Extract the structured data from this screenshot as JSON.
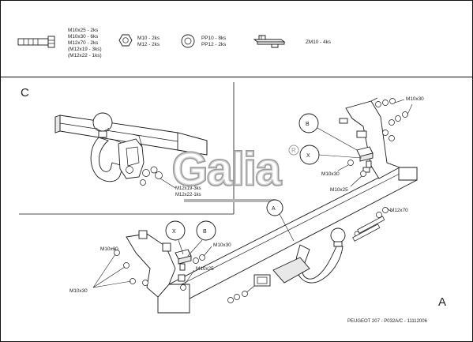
{
  "legend": {
    "bolt_sizes": [
      "M10x25 - 2ks",
      "M10x30 - 6ks",
      "M12x70 - 2ks",
      "(M12x19 - 3ks)",
      "(M12x22 - 1ks)"
    ],
    "nut_sizes": [
      "M10 - 2ks",
      "M12 - 2ks"
    ],
    "washer_sizes": [
      "PP10 - 8ks",
      "PP12 - 2ks"
    ],
    "plate_size": "ZM10 - 4ks",
    "icons": [
      "bolt-icon",
      "hex-nut-icon",
      "washer-icon",
      "plate-icon"
    ]
  },
  "detail_c": {
    "letter": "C",
    "bolt_labels": [
      "M12x19-3ks",
      "M12x22-1ks"
    ]
  },
  "main_a": {
    "letter": "A",
    "callout_a": "A",
    "callout_b_right": "B",
    "callout_x_right": "X",
    "callout_x_left": "X",
    "callout_b_left": "B",
    "labels": {
      "m10x30_right": "M10x30",
      "m10x30_mid": "M10x30",
      "m10x25_mid": "M10x25",
      "m12x70": "M12x70",
      "m10x30_left": "M10x30",
      "m10x30_left2": "M10x30",
      "m10x25_left": "M10x25",
      "m10x30_bottom": "M10x30"
    }
  },
  "watermark": {
    "brand": "Galia",
    "mark": "R"
  },
  "footer": "PEUGEOT 207 - P032A/C - 11112006"
}
